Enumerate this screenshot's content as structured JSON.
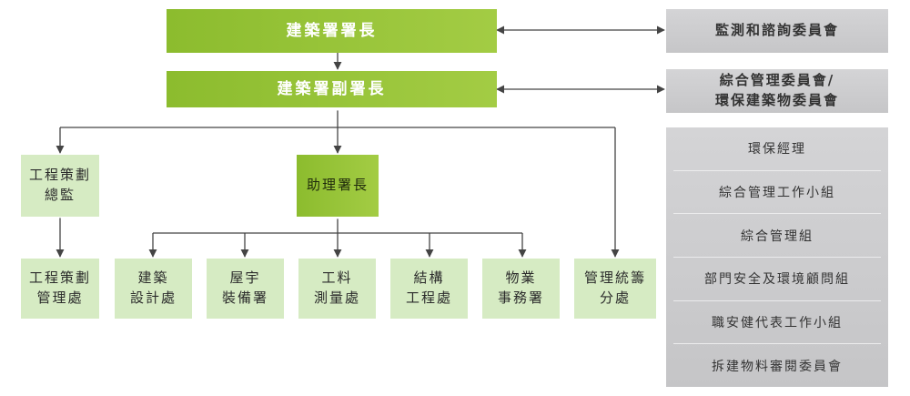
{
  "director": "建築署署長",
  "deputy_director": "建築署副署長",
  "monitoring_committee": "監測和諮詢委員會",
  "management_committee": [
    "綜合管理委員會/",
    "環保建築物委員會"
  ],
  "chief_planner": [
    "工程策劃",
    "總監"
  ],
  "assistant_director": "助理署長",
  "planning_office": [
    "工程策劃",
    "管理處"
  ],
  "divisions": [
    [
      "建築",
      "設計處"
    ],
    [
      "屋宇",
      "裝備署"
    ],
    [
      "工料",
      "測量處"
    ],
    [
      "結構",
      "工程處"
    ],
    [
      "物業",
      "事務署"
    ],
    [
      "管理統籌",
      "分處"
    ]
  ],
  "side_panel": [
    "環保經理",
    "綜合管理工作小組",
    "綜合管理組",
    "部門安全及環境顧問組",
    "職安健代表工作小組",
    "拆建物料審閱委員會"
  ],
  "colors": {
    "strong_green": "#9bc63b",
    "light_green": "#d6ebc3",
    "grey": "#cdcdcf",
    "line": "#444444"
  }
}
